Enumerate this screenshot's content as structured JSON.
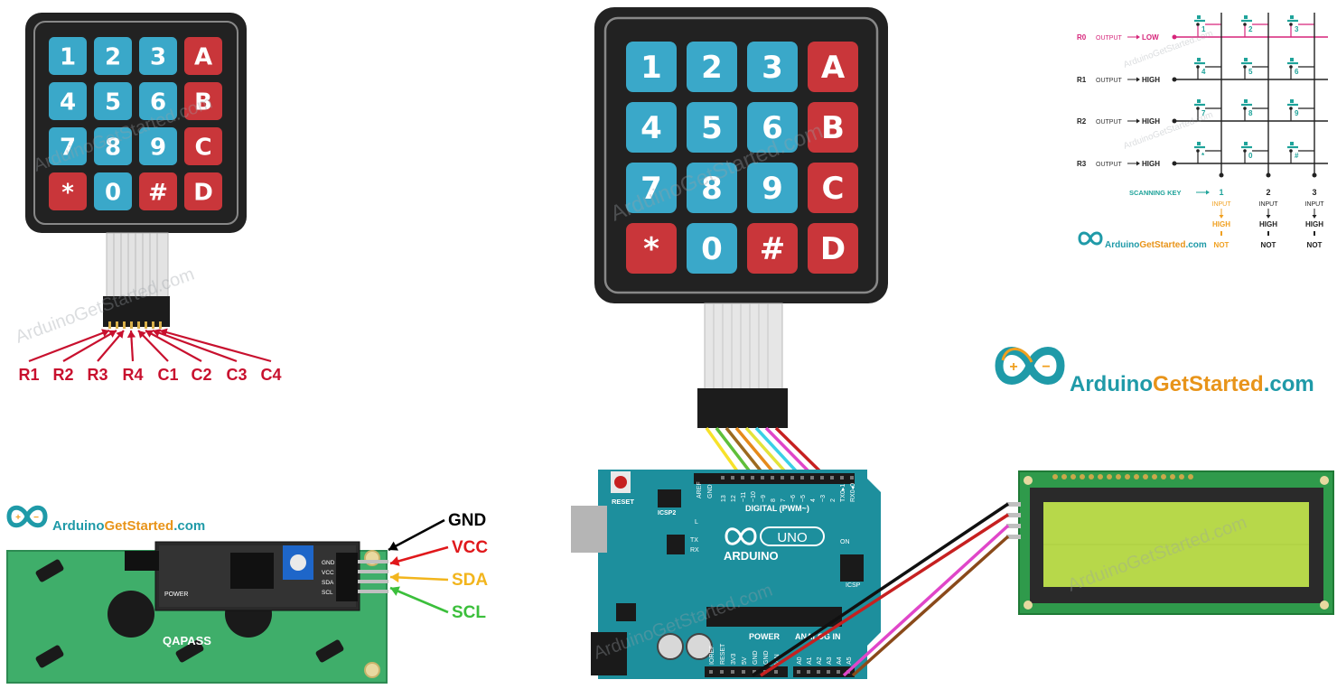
{
  "keypad": {
    "keys": [
      {
        "label": "1",
        "color": "#3aa8c9"
      },
      {
        "label": "2",
        "color": "#3aa8c9"
      },
      {
        "label": "3",
        "color": "#3aa8c9"
      },
      {
        "label": "A",
        "color": "#c9363a"
      },
      {
        "label": "4",
        "color": "#3aa8c9"
      },
      {
        "label": "5",
        "color": "#3aa8c9"
      },
      {
        "label": "6",
        "color": "#3aa8c9"
      },
      {
        "label": "B",
        "color": "#c9363a"
      },
      {
        "label": "7",
        "color": "#3aa8c9"
      },
      {
        "label": "8",
        "color": "#3aa8c9"
      },
      {
        "label": "9",
        "color": "#3aa8c9"
      },
      {
        "label": "C",
        "color": "#c9363a"
      },
      {
        "label": "*",
        "color": "#c9363a"
      },
      {
        "label": "0",
        "color": "#3aa8c9"
      },
      {
        "label": "#",
        "color": "#c9363a"
      },
      {
        "label": "D",
        "color": "#c9363a"
      }
    ],
    "pins": [
      "R1",
      "R2",
      "R3",
      "R4",
      "C1",
      "C2",
      "C3",
      "C4"
    ],
    "pin_color": "#c8102e"
  },
  "scan": {
    "rows": [
      {
        "name": "R0",
        "mode": "OUTPUT",
        "level": "LOW"
      },
      {
        "name": "R1",
        "mode": "OUTPUT",
        "level": "HIGH"
      },
      {
        "name": "R2",
        "mode": "OUTPUT",
        "level": "HIGH"
      },
      {
        "name": "R3",
        "mode": "OUTPUT",
        "level": "HIGH"
      }
    ],
    "key_labels": [
      "1",
      "2",
      "3",
      "4",
      "5",
      "6",
      "7",
      "8",
      "9",
      "*",
      "0",
      "#"
    ],
    "scanning_key": "SCANNING KEY",
    "columns": [
      {
        "name": "1",
        "mode": "INPUT",
        "level": "HIGH",
        "state": "NOT"
      },
      {
        "name": "2",
        "mode": "INPUT",
        "level": "HIGH",
        "state": "NOT"
      },
      {
        "name": "3",
        "mode": "INPUT",
        "level": "HIGH",
        "state": "NOT"
      }
    ],
    "low_color": "#d6247a",
    "teal": "#1fa39a",
    "orange": "#f0a020"
  },
  "brand": {
    "name_a": "Arduino",
    "name_b": "GetStarted",
    ".com": ".com",
    "suffix": ".com"
  },
  "i2c": {
    "pins": [
      {
        "label": "GND",
        "color": "#000000"
      },
      {
        "label": "VCC",
        "color": "#e0181b"
      },
      {
        "label": "SDA",
        "color": "#f2b51d"
      },
      {
        "label": "SCL",
        "color": "#3bbf3b"
      }
    ],
    "module_pins": [
      "GND",
      "VCC",
      "SDA",
      "SCL"
    ],
    "board_text": "QAPASS",
    "power": "POWER"
  },
  "arduino": {
    "reset": "RESET",
    "icsp2": "ICSP2",
    "aref": "AREF",
    "gnd": "GND",
    "digital": "DIGITAL (PWM~)",
    "tx": "TX",
    "rx": "RX",
    "l": "L",
    "on": "ON",
    "brand": "ARDUINO",
    "model": "UNO",
    "icsp": "ICSP",
    "power": "POWER",
    "analog": "ANALOG IN",
    "digital_pins": [
      "13",
      "12",
      "~11",
      "~10",
      "~9",
      "8",
      "7",
      "~6",
      "~5",
      "4",
      "~3",
      "2",
      "TX0▸1",
      "RX0◂0"
    ],
    "power_pins": [
      "IOREF",
      "RESET",
      "3V3",
      "5V",
      "GND",
      "GND",
      "VIN"
    ],
    "analog_pins": [
      "A0",
      "A1",
      "A2",
      "A3",
      "A4",
      "A5"
    ]
  },
  "watermark": "ArduinoGetStarted.com"
}
